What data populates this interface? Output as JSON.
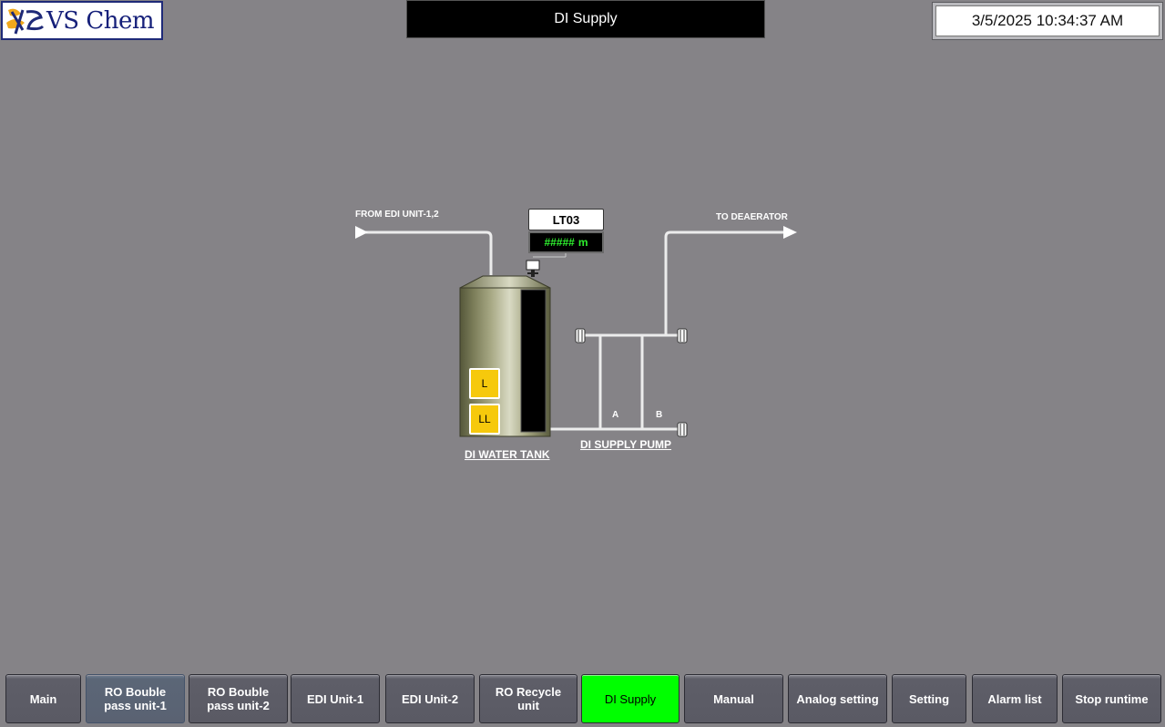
{
  "header": {
    "logo_text": "VS Chem",
    "screen_title": "DI Supply",
    "datetime": "3/5/2025 10:34:37 AM"
  },
  "diagram": {
    "inlet_label": "FROM EDI UNIT-1,2",
    "outlet_label": "TO DEAERATOR",
    "level_transmitter": {
      "tag": "LT03",
      "value": "#####",
      "unit": "m"
    },
    "tank_label": "DI WATER TANK",
    "level_switches": [
      "L",
      "LL"
    ],
    "pump_label": "DI SUPPLY PUMP",
    "pump_a_label": "A",
    "pump_b_label": "B"
  },
  "nav": {
    "buttons": [
      {
        "label": "Main"
      },
      {
        "label": "RO Bouble pass unit-1"
      },
      {
        "label": "RO Bouble pass unit-2"
      },
      {
        "label": "EDI Unit-1"
      },
      {
        "label": "EDI Unit-2"
      },
      {
        "label": "RO Recycle unit"
      },
      {
        "label": "DI Supply"
      },
      {
        "label": "Manual"
      },
      {
        "label": "Analog setting"
      },
      {
        "label": "Setting"
      },
      {
        "label": "Alarm list"
      },
      {
        "label": "Stop runtime"
      }
    ]
  },
  "colors": {
    "background": "#858387",
    "active_button": "#00ff00",
    "level_switch": "#f6c90c",
    "lt_value_text": "#2ef02e"
  }
}
